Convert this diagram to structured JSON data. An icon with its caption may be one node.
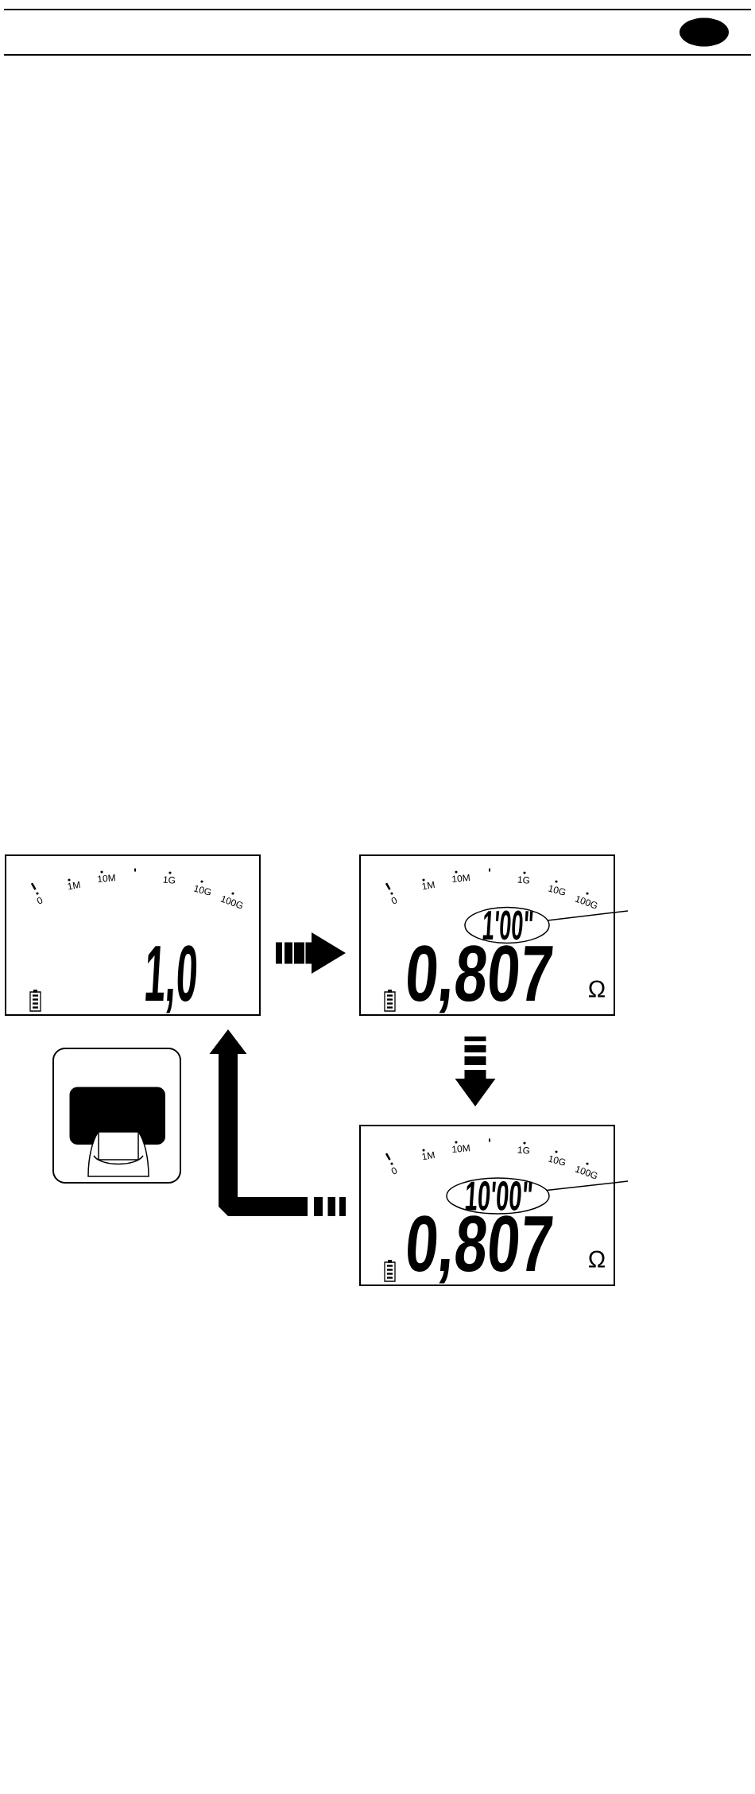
{
  "diagram": {
    "nodes": [
      {
        "text": [
          "0",
          "1M",
          "10M",
          "1G",
          "10G",
          "100G",
          "1,0"
        ]
      },
      {
        "text": [
          "0",
          "1M",
          "10M",
          "1G",
          "10G",
          "100G",
          "0,807",
          "Ω"
        ]
      },
      {
        "text": [
          "1'00\""
        ],
        "in": 1
      },
      {
        "text": [],
        "shape": "picture"
      },
      {
        "text": [
          "0",
          "1M",
          "10M",
          "1G",
          "10G",
          "100G",
          "0,807",
          "Ω"
        ]
      },
      {
        "text": [
          "10'00\""
        ],
        "in": 4
      }
    ],
    "edges": [
      {
        "from": 0,
        "to": 1,
        "arrow": "to",
        "style": "dashed"
      },
      {
        "from": 1,
        "to": 4,
        "arrow": "to",
        "style": "dashed"
      },
      {
        "from": 4,
        "to": 0,
        "arrow": "to",
        "style": "dashed"
      },
      {
        "from": null,
        "to": 2,
        "arrow": "none"
      },
      {
        "from": null,
        "to": 5,
        "arrow": "none"
      }
    ]
  }
}
